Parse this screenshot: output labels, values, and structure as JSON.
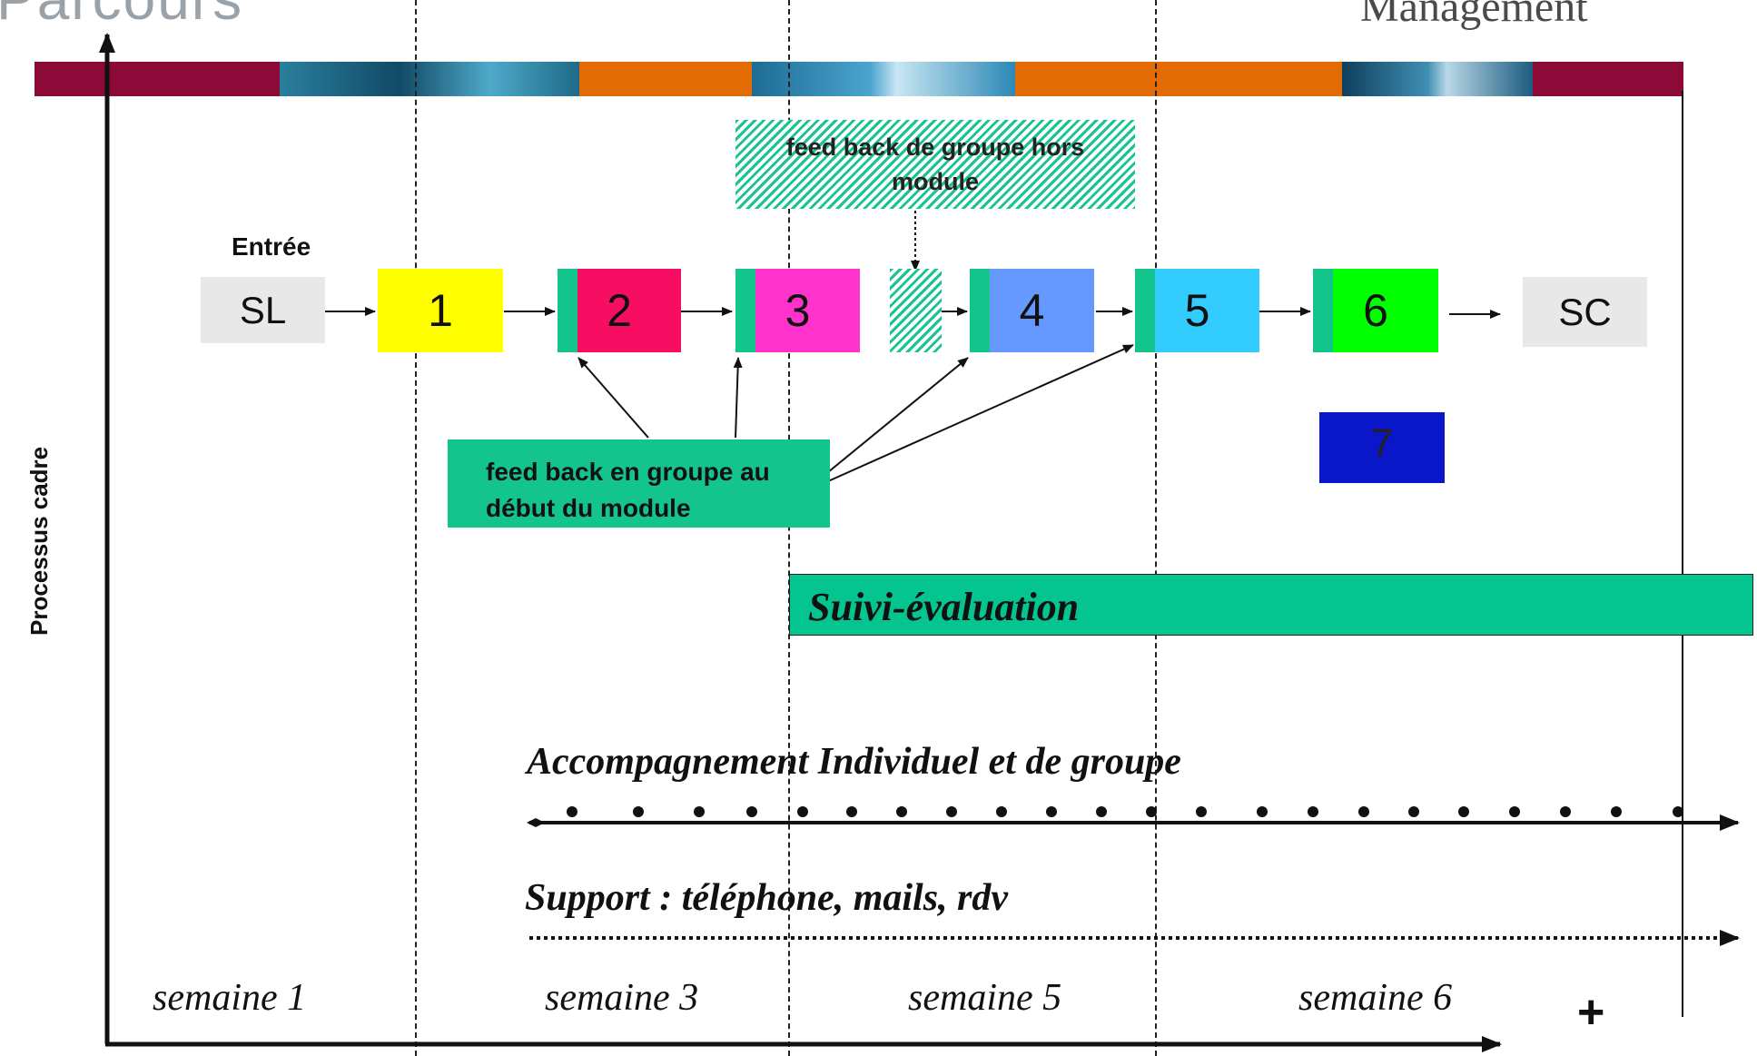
{
  "header": {
    "title_partial": "Parcours",
    "brand_partial": "Management",
    "band_colors": [
      "#8c0a38",
      "#1a6e8c",
      "#e26b05",
      "#2a8db8",
      "#e26b05",
      "#1a5d86",
      "#8c0a38"
    ]
  },
  "axis": {
    "y_label": "Processus cadre"
  },
  "entry_label": "Entrée",
  "steps": [
    {
      "label": "SL",
      "color": "#e8e8e8"
    },
    {
      "label": "1",
      "color": "#ffff00"
    },
    {
      "label": "2",
      "color": "#f70e62"
    },
    {
      "label": "3",
      "color": "#ff33cc"
    },
    {
      "label": "4",
      "color": "#6699ff"
    },
    {
      "label": "5",
      "color": "#33ccff"
    },
    {
      "label": "6",
      "color": "#00ff00"
    },
    {
      "label": "SC",
      "color": "#e8e8e8"
    },
    {
      "label": "7",
      "color": "#0a17c8"
    }
  ],
  "feedback_hors_module": "feed back de groupe hors module",
  "feedback_debut": "feed back en groupe au début du module",
  "suivi": "Suivi-évaluation",
  "accompagnement": "Accompagnement Individuel et de groupe",
  "support": "Support : téléphone, mails, rdv",
  "weeks": [
    "semaine 1",
    "semaine 3",
    "semaine 5",
    "semaine 6"
  ],
  "plus_sign": "+",
  "colors": {
    "accent_green": "#13c48d"
  }
}
